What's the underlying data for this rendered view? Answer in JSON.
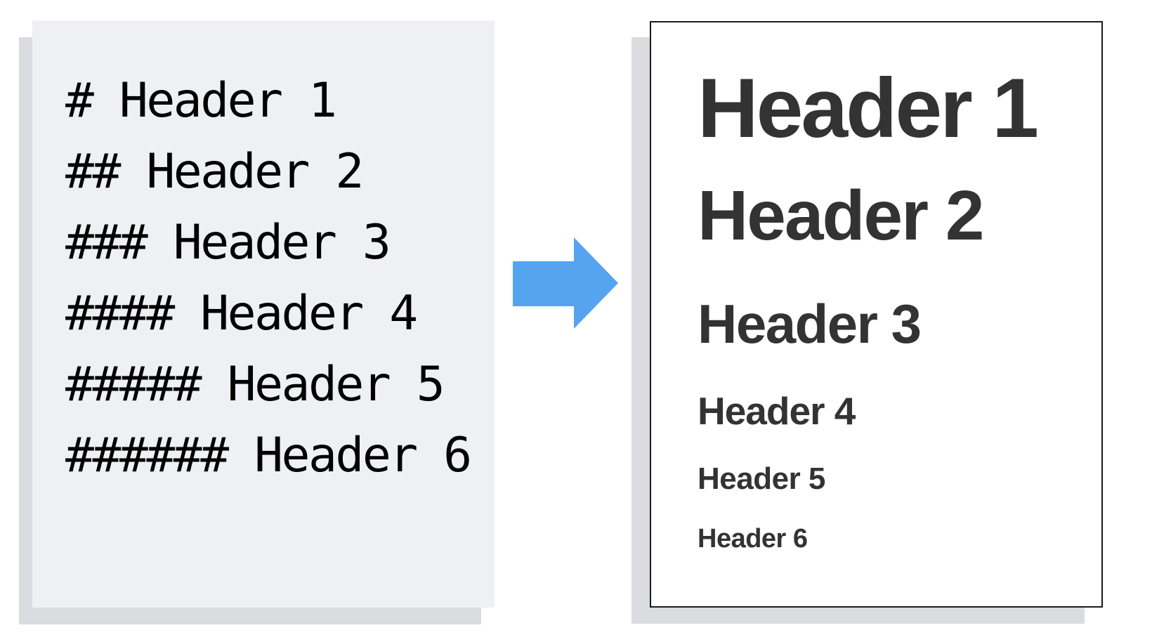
{
  "illustration": {
    "title": "Markdown headers syntax to rendered output",
    "colors": {
      "arrow_blue": "#56a3f0",
      "source_panel_bg": "#eff0f4",
      "panel_shadow": "#dbdcdf",
      "rendered_panel_bg": "#ffffff",
      "rendered_panel_border": "#1b1b1b",
      "source_text": "#000000",
      "rendered_text": "#333333"
    }
  },
  "source_panel": {
    "lines": [
      "# Header 1",
      "## Header 2",
      "### Header 3",
      "#### Header 4",
      "##### Header 5",
      "###### Header 6"
    ]
  },
  "arrow": {
    "direction": "right",
    "meaning": "renders-to"
  },
  "rendered_panel": {
    "headers": [
      {
        "level": 1,
        "text": "Header 1"
      },
      {
        "level": 2,
        "text": "Header 2"
      },
      {
        "level": 3,
        "text": "Header 3"
      },
      {
        "level": 4,
        "text": "Header 4"
      },
      {
        "level": 5,
        "text": "Header 5"
      },
      {
        "level": 6,
        "text": "Header 6"
      }
    ]
  }
}
